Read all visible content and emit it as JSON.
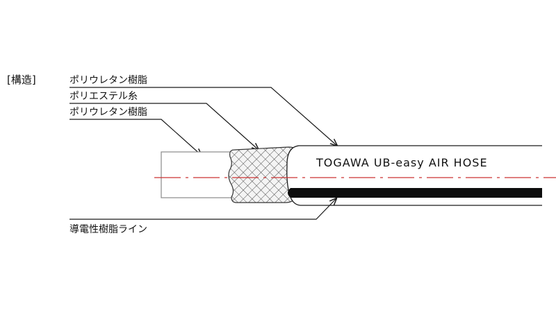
{
  "section_label": "[構造]",
  "layers": {
    "inner_tube": "ポリウレタン樹脂",
    "reinforcement": "ポリエステル糸",
    "outer_cover": "ポリウレタン樹脂"
  },
  "conductive_line": "導電性樹脂ライン",
  "product_print": "TOGAWA UB-easy AIR HOSE",
  "colors": {
    "line": "#1a1a1a",
    "centerline": "#cc3333",
    "conductive_stripe": "#0d0d0d",
    "inner_tube_stroke": "#8a8a8a",
    "braid": "#555555"
  }
}
